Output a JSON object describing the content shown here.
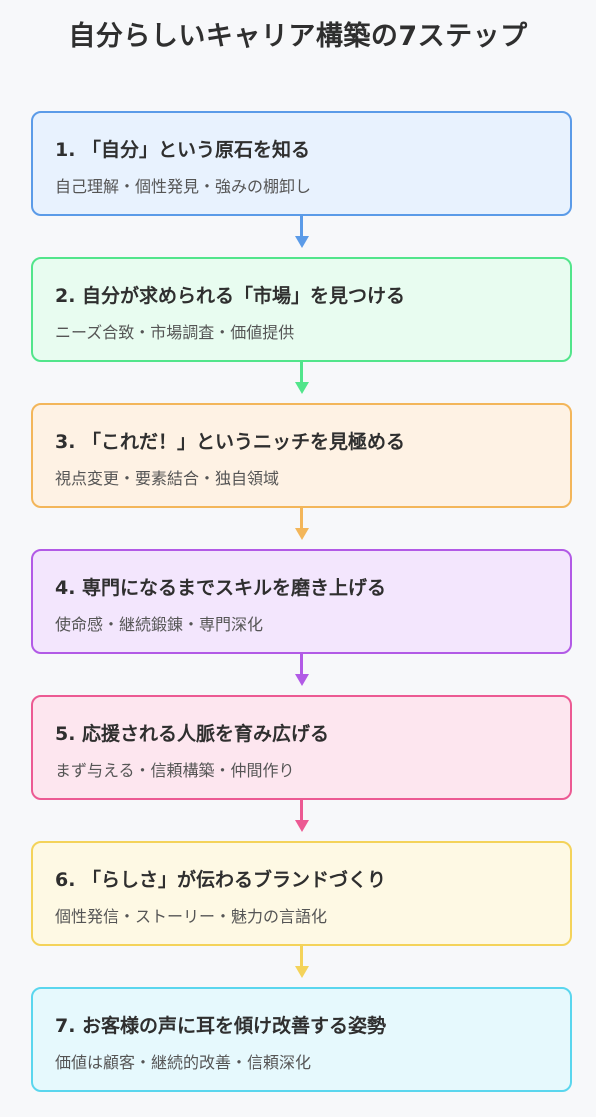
{
  "title": "自分らしいキャリア構築の7ステップ",
  "steps": [
    {
      "title": "1. 「自分」という原石を知る",
      "subtitle": "自己理解・個性発見・強みの棚卸し",
      "border": "#5b9be8",
      "fill": "#e8f2fe",
      "arrow": "#5b9be8"
    },
    {
      "title": "2. 自分が求められる「市場」を見つける",
      "subtitle": "ニーズ合致・市場調査・価値提供",
      "border": "#52e58b",
      "fill": "#e8fcf0",
      "arrow": "#52e58b"
    },
    {
      "title": "3. 「これだ！」というニッチを見極める",
      "subtitle": "視点変更・要素結合・独自領域",
      "border": "#f3b65a",
      "fill": "#fef2e4",
      "arrow": "#f3b65a"
    },
    {
      "title": "4. 専門になるまでスキルを磨き上げる",
      "subtitle": "使命感・継続鍛錬・専門深化",
      "border": "#b25ae6",
      "fill": "#f3e6fd",
      "arrow": "#b25ae6"
    },
    {
      "title": "5. 応援される人脈を育み広げる",
      "subtitle": "まず与える・信頼構築・仲間作り",
      "border": "#ec5a93",
      "fill": "#fde6ef",
      "arrow": "#ec5a93"
    },
    {
      "title": "6. 「らしさ」が伝わるブランドづくり",
      "subtitle": "個性発信・ストーリー・魅力の言語化",
      "border": "#f4d35a",
      "fill": "#fef9e4",
      "arrow": "#f4d35a"
    },
    {
      "title": "7. お客様の声に耳を傾け改善する姿勢",
      "subtitle": "価値は顧客・継続的改善・信頼深化",
      "border": "#5ad6ee",
      "fill": "#e6f9fd",
      "arrow": null
    }
  ]
}
